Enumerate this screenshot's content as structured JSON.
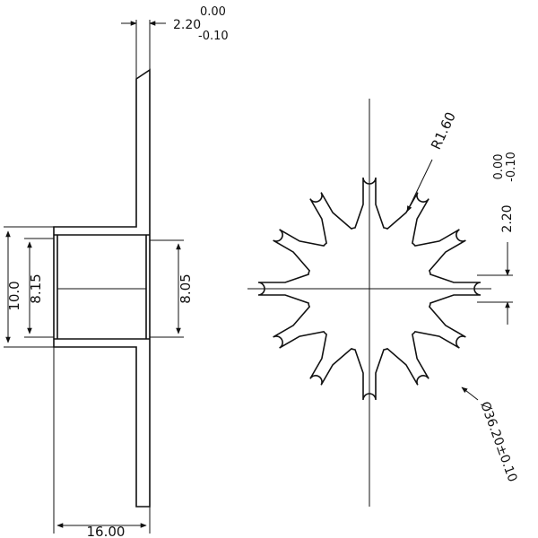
{
  "side_view": {
    "thickness_value": "2.20",
    "thickness_tol_upper": "0.00",
    "thickness_tol_lower": "-0.10",
    "outer_height": "10.0",
    "inner_height_left": "8.15",
    "inner_height_right": "8.05",
    "width": "16.00"
  },
  "front_view": {
    "radius": "R1.60",
    "slot_width_value": "2.20",
    "slot_width_tol_upper": "0.00",
    "slot_width_tol_lower": "-0.10",
    "diameter": "Ø36.20±0.10"
  },
  "colors": {
    "line": "#111111",
    "background": "#ffffff"
  }
}
